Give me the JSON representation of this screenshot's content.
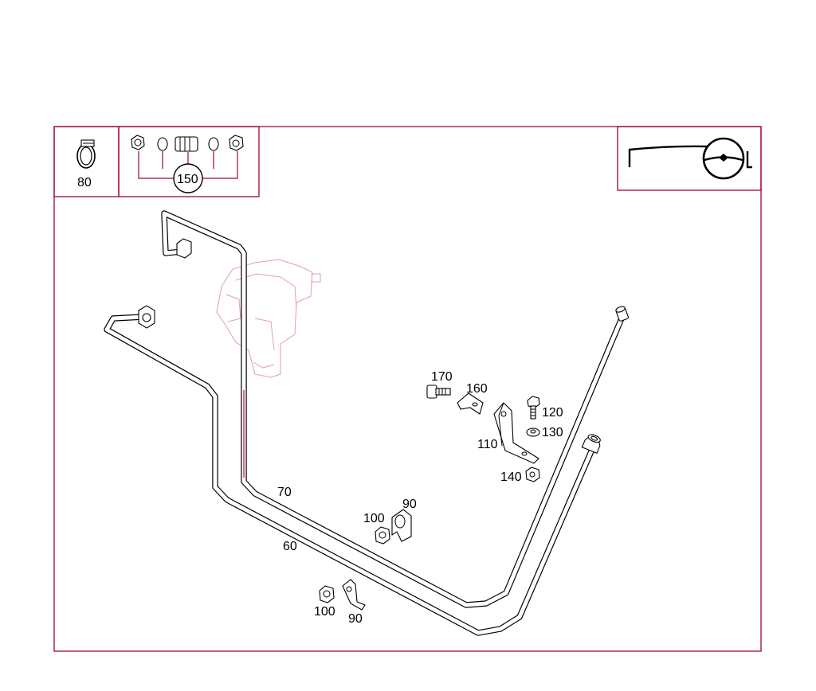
{
  "diagram": {
    "labels": {
      "p80": "80",
      "p150": "150",
      "p170": "170",
      "p160": "160",
      "p120": "120",
      "p130": "130",
      "p110": "110",
      "p140": "140",
      "p90a": "90",
      "p100a": "100",
      "p70": "70",
      "p60": "60",
      "p100b": "100",
      "p90b": "90"
    },
    "icons": {
      "hose_clamp": "hose-clamp-icon",
      "fitting_set": "fitting-set-icon",
      "steering_wheel": "steering-wheel-icon"
    },
    "colors": {
      "frame": "#a0003c",
      "ghost_pump": "#e59ab8",
      "lines": "#000000"
    }
  }
}
